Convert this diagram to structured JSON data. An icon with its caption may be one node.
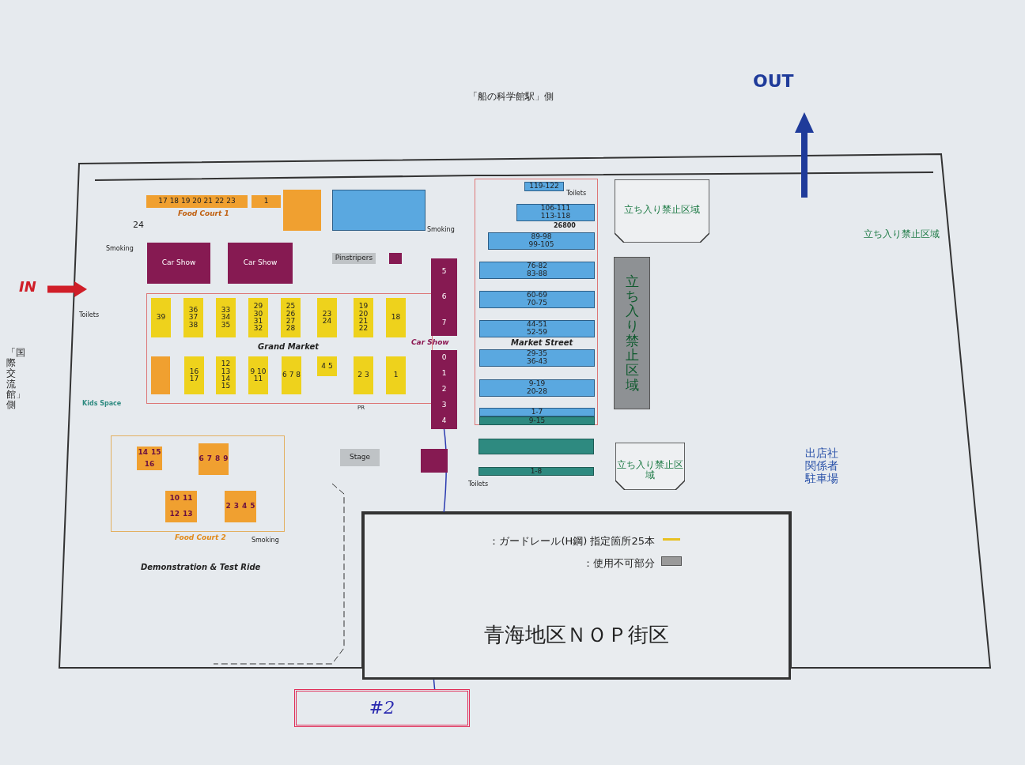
{
  "diagram": {
    "nodes": [
      {
        "text": [
          "17 18 19 20 21 22 23"
        ],
        "beside": [
          "Food Court 1"
        ]
      },
      {
        "text": [
          "1"
        ]
      },
      {
        "text": [],
        "shape": "box"
      },
      {
        "text": [],
        "shape": "box"
      },
      {
        "text": [
          "Car Show"
        ]
      },
      {
        "text": [
          "Car Show"
        ]
      },
      {
        "text": [
          "Pinstripers"
        ]
      },
      {
        "text": [],
        "shape": "box"
      },
      {
        "text": [
          "Grand Market"
        ]
      },
      {
        "text": [
          "39"
        ],
        "in": 8
      },
      {
        "text": [
          "36 37 38"
        ],
        "in": 8
      },
      {
        "text": [
          "33 34 35"
        ],
        "in": 8
      },
      {
        "text": [
          "29 30 31 32"
        ],
        "in": 8
      },
      {
        "text": [
          "25 26 27 28"
        ],
        "in": 8
      },
      {
        "text": [
          "23 24"
        ],
        "in": 8
      },
      {
        "text": [
          "19 20 21 22"
        ],
        "in": 8
      },
      {
        "text": [
          "18"
        ],
        "in": 8
      },
      {
        "text": [],
        "shape": "box",
        "in": 8
      },
      {
        "text": [
          "16 17"
        ],
        "in": 8
      },
      {
        "text": [
          "12 13 14 15"
        ],
        "in": 8
      },
      {
        "text": [
          "9 10 11"
        ],
        "in": 8
      },
      {
        "text": [
          "6 7 8"
        ],
        "in": 8
      },
      {
        "text": [
          "4 5"
        ],
        "in": 8
      },
      {
        "text": [
          "2 3"
        ],
        "in": 8
      },
      {
        "text": [
          "1"
        ],
        "in": 8
      },
      {
        "text": [
          "5",
          "6",
          "7"
        ]
      },
      {
        "text": [
          "0",
          "1",
          "2",
          "3",
          "4"
        ]
      },
      {
        "text": [
          "Market Street"
        ]
      },
      {
        "text": [
          "119-122"
        ],
        "in": 27
      },
      {
        "text": [
          "106-111",
          "113-118"
        ],
        "in": 27
      },
      {
        "text": [
          "89-98",
          "99-105"
        ],
        "in": 27
      },
      {
        "text": [
          "76-82",
          "83-88"
        ],
        "in": 27
      },
      {
        "text": [
          "60-69",
          "70-75"
        ],
        "in": 27
      },
      {
        "text": [
          "44-51",
          "52-59"
        ],
        "in": 27
      },
      {
        "text": [
          "29-35",
          "36-43"
        ],
        "in": 27
      },
      {
        "text": [
          "9-19",
          "20-28"
        ],
        "in": 27
      },
      {
        "text": [
          "1-7"
        ],
        "in": 27
      },
      {
        "text": [
          "9-15"
        ],
        "in": 27
      },
      {
        "text": [],
        "shape": "box"
      },
      {
        "text": [
          "1-8"
        ]
      },
      {
        "text": [
          "立ち入り禁止区域"
        ]
      },
      {
        "text": [
          "立ち入り禁止区域"
        ]
      },
      {
        "text": [
          "立ち入り禁止区域"
        ]
      },
      {
        "text": [
          "Food Court 2"
        ]
      },
      {
        "text": [
          "14",
          "15",
          "16"
        ],
        "in": 43
      },
      {
        "text": [
          "6",
          "7",
          "8",
          "9"
        ],
        "in": 43
      },
      {
        "text": [
          "10",
          "11",
          "12",
          "13"
        ],
        "in": 43
      },
      {
        "text": [
          "2",
          "3",
          "4",
          "5"
        ],
        "in": 43
      },
      {
        "text": [
          "Stage"
        ]
      },
      {
        "text": [],
        "shape": "box"
      },
      {
        "text": [
          "#2"
        ]
      },
      {
        "text": [
          "青海地区ＮＯＰ街区"
        ]
      }
    ],
    "edges": [
      {
        "from": 50,
        "to": 26,
        "arrow": "none"
      }
    ],
    "labels": [
      "「船の科学館駅」側",
      "OUT",
      "IN",
      "「国際交流館」側",
      "24",
      "Smoking",
      "Smoking",
      "Smoking",
      "Toilets",
      "Toilets",
      "Toilets",
      "26800",
      "Car Show",
      "Kids Space",
      "PR",
      "Demonstration & Test Ride",
      "立ち入り禁止区域",
      "出店社関係者駐車場"
    ],
    "legend": [
      {
        "text": "：ガードレール(H鋼) 指定箇所25本"
      },
      {
        "text": "：使用不可部分",
        "color": "#9a9a9a"
      }
    ]
  }
}
